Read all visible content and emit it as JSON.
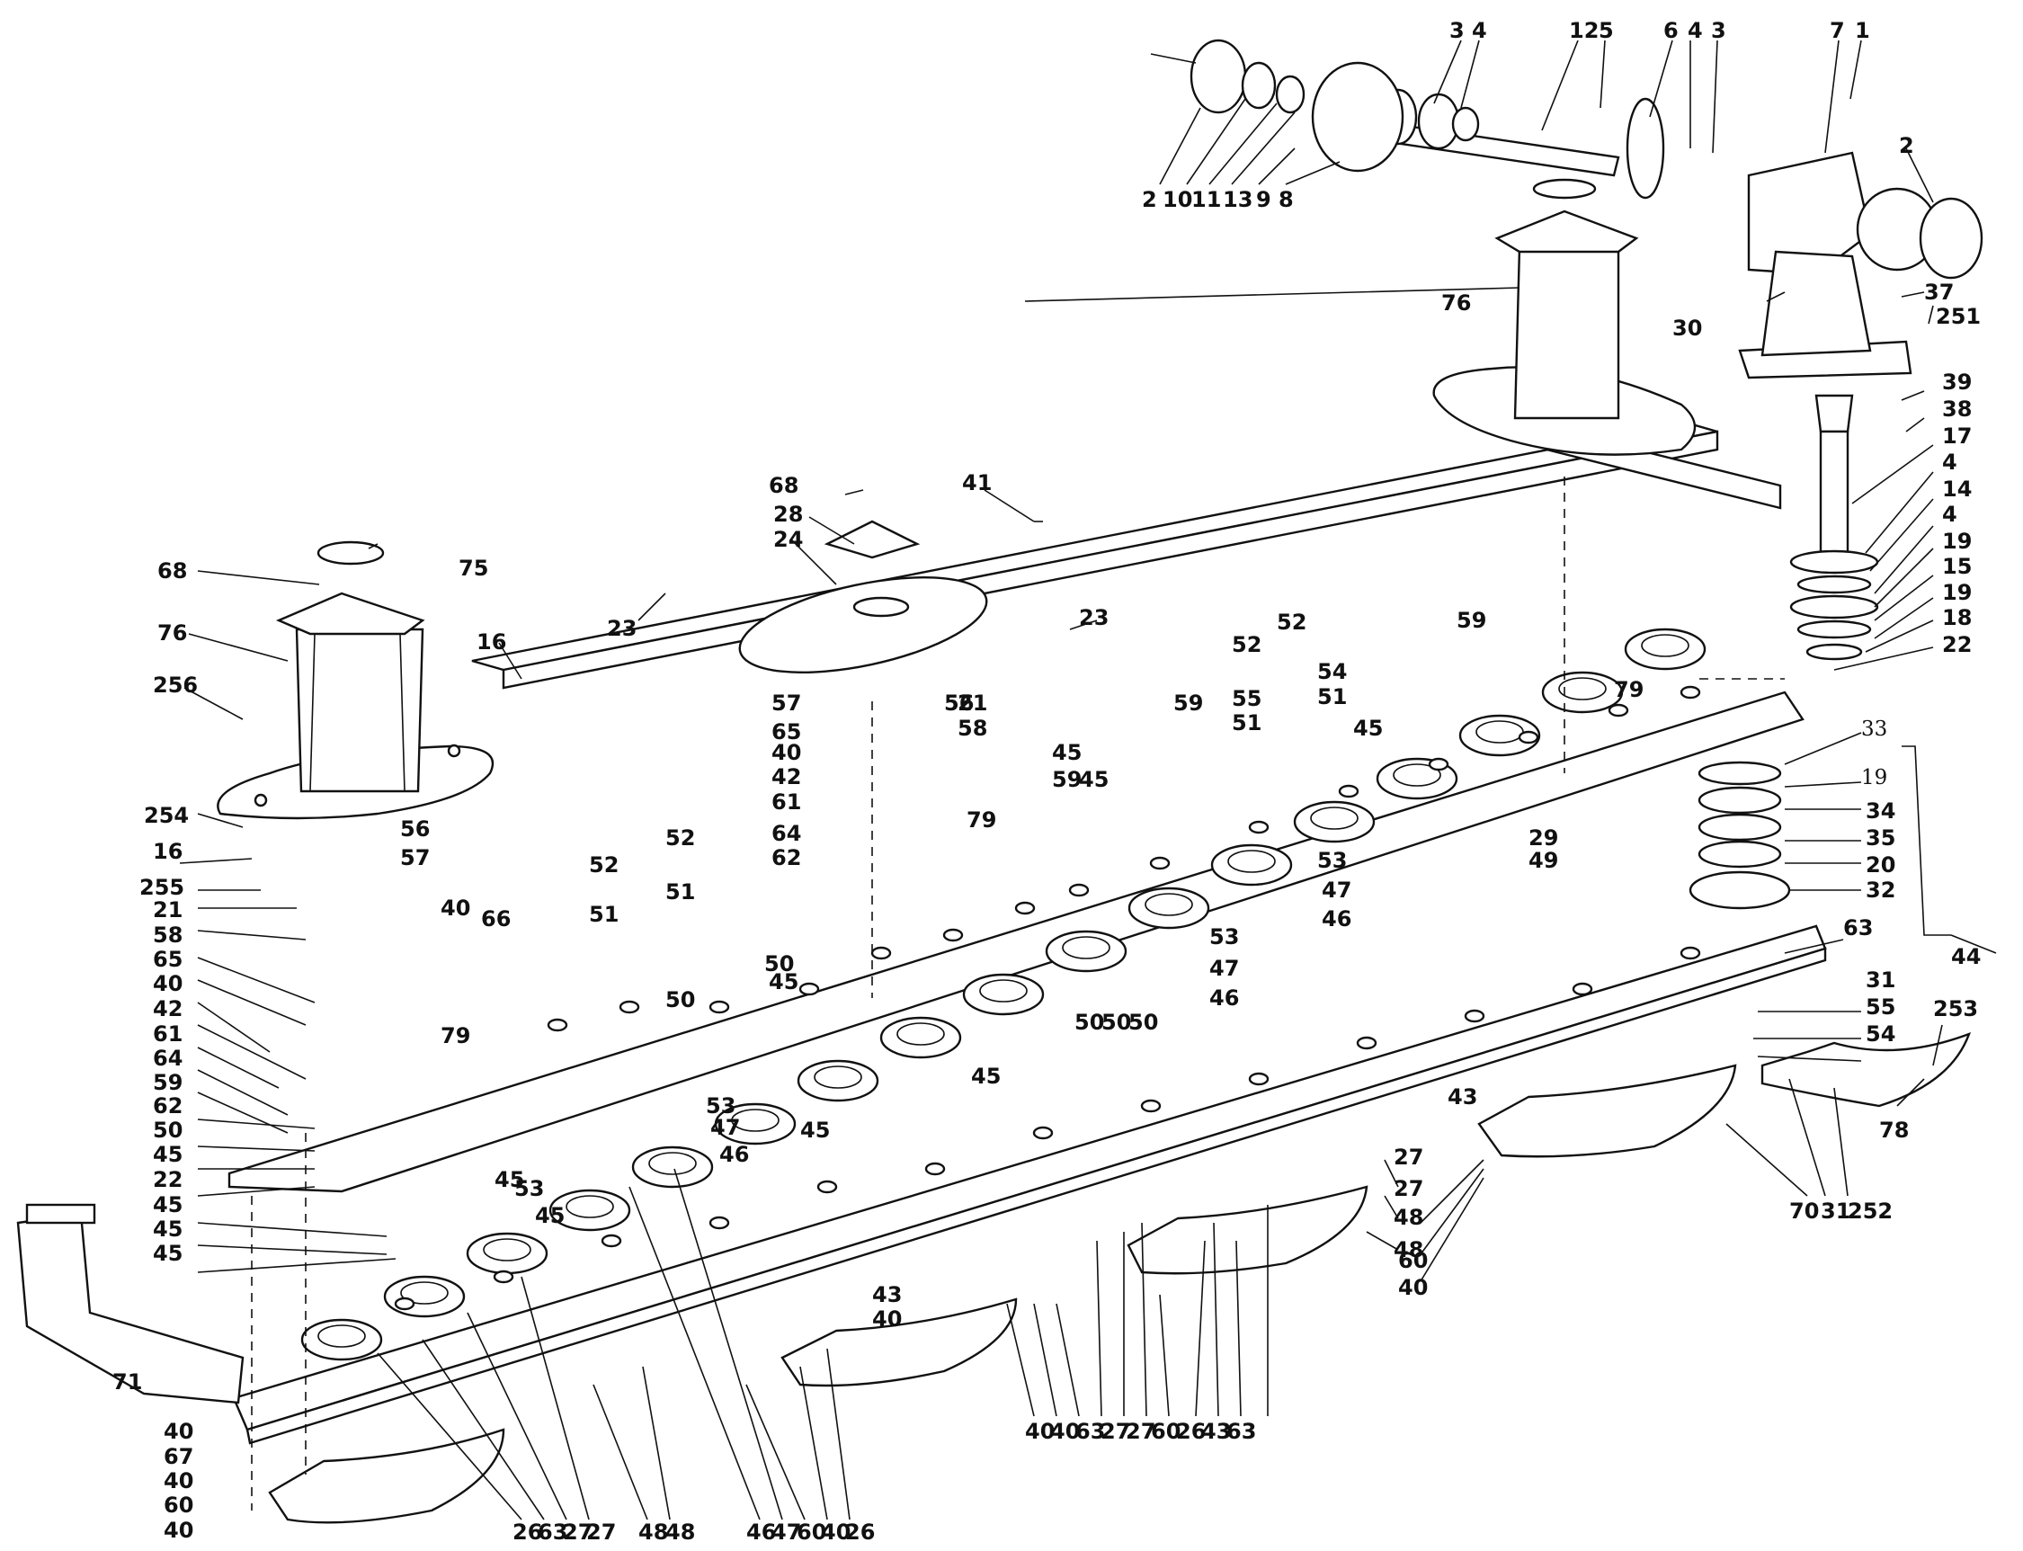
{
  "callouts": {
    "c2a": "2",
    "c10": "10",
    "c11": "11",
    "c13": "13",
    "c9": "9",
    "c8": "8",
    "c3a": "3",
    "c4a": "4",
    "c12": "12",
    "c5": "5",
    "c6": "6",
    "c4b": "4",
    "c3b": "3",
    "c7": "7",
    "c1": "1",
    "c2b": "2",
    "c76a": "76",
    "c30": "30",
    "c37": "37",
    "c251": "251",
    "c39": "39",
    "c38": "38",
    "c17": "17",
    "c4c": "4",
    "c14": "14",
    "c4d": "4",
    "c19a": "19",
    "c15": "15",
    "c19b": "19",
    "c18": "18",
    "c22a": "22",
    "c33": "33",
    "c19c": "19",
    "c34": "34",
    "c35": "35",
    "c20": "20",
    "c32": "32",
    "c63a": "63",
    "c44": "44",
    "c31a": "31",
    "c55a": "55",
    "c54a": "54",
    "c253": "253",
    "c78": "78",
    "c70": "70",
    "c31b": "31",
    "c252": "252",
    "c68a": "68",
    "c28": "28",
    "c24": "24",
    "c41": "41",
    "c23a": "23",
    "c23b": "23",
    "c68b": "68",
    "c75": "75",
    "c76b": "76",
    "c16a": "16",
    "c256": "256",
    "c57a": "57",
    "c56a": "56",
    "c21a": "21",
    "c58a": "58",
    "c40a": "40",
    "c42a": "42",
    "c61a": "61",
    "c65a": "65",
    "c64a": "64",
    "c62a": "62",
    "c79a": "79",
    "c45a": "45",
    "c59a": "59",
    "c45b": "45",
    "c52a": "52",
    "c52b": "52",
    "c55b": "55",
    "c54b": "54",
    "c51a": "51",
    "c51b": "51",
    "c45c": "45",
    "c59b": "59",
    "c59c": "59",
    "c79b": "79",
    "c29": "29",
    "c49": "49",
    "c53a": "53",
    "c47a": "47",
    "c46a": "46",
    "c53b": "53",
    "c47b": "47",
    "c46b": "46",
    "c254": "254",
    "c16b": "16",
    "c255": "255",
    "c56b": "56",
    "c57b": "57",
    "c21b": "21",
    "c58b": "58",
    "c65b": "65",
    "c40b": "40",
    "c42b": "42",
    "c61b": "61",
    "c64b": "64",
    "c59d": "59",
    "c62b": "62",
    "c50a": "50",
    "c45d": "45",
    "c22b": "22",
    "c45e": "45",
    "c45f": "45",
    "c45g": "45",
    "c79c": "79",
    "c40c": "40",
    "c66": "66",
    "c52c": "52",
    "c52d": "52",
    "c51c": "51",
    "c51d": "51",
    "c45h": "45",
    "c50b": "50",
    "c50c": "50",
    "c45i": "45",
    "c45j": "45",
    "c50d": "50",
    "c50e": "50",
    "c50f": "50",
    "c53c": "53",
    "c47c": "47",
    "c46c": "46",
    "c53d": "53",
    "c45k": "45",
    "c45l": "45",
    "c43a": "43",
    "c48a": "48",
    "c60a": "60",
    "c40d": "40",
    "c27a": "27",
    "c27b": "27",
    "c48b": "48",
    "c43b": "43",
    "c40e": "40",
    "c71": "71",
    "c40f": "40",
    "c67": "67",
    "c40g": "40",
    "c60b": "60",
    "c40h": "40",
    "c26a": "26",
    "c63b": "63",
    "c27c": "27",
    "c27d": "27",
    "c48c": "48",
    "c48d": "48",
    "c46d": "46",
    "c47d": "47",
    "c60c": "60",
    "c40i": "40",
    "c26b": "26",
    "c40j": "40",
    "c40k": "40",
    "c63c": "63",
    "c27e": "27",
    "c27f": "27",
    "c60d": "60",
    "c26c": "26",
    "c43c": "43",
    "c63d": "63"
  },
  "colors": {
    "ink": "#111111",
    "paper": "#ffffff"
  }
}
